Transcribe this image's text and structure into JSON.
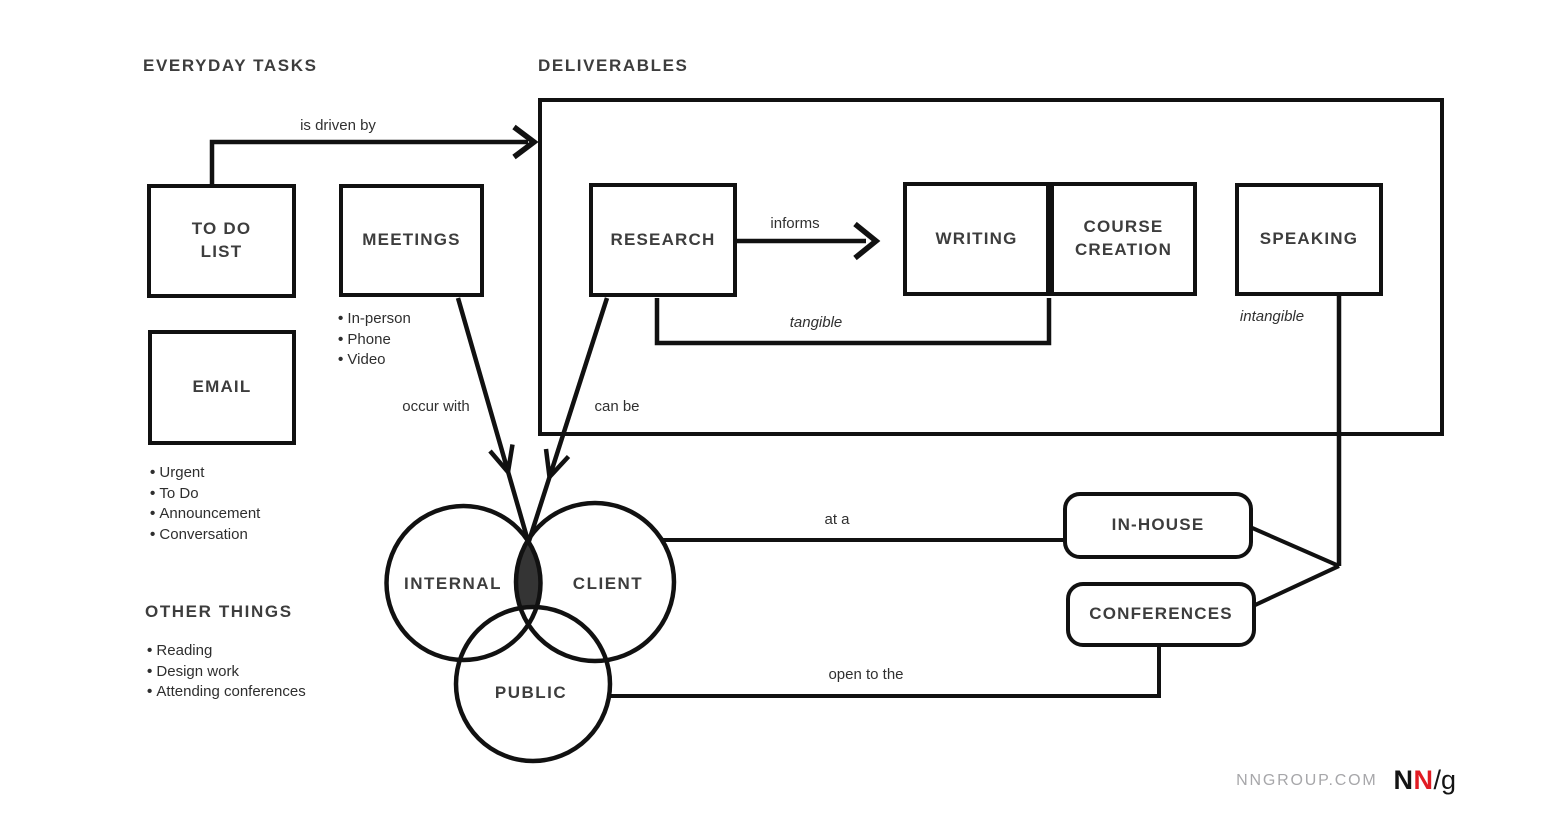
{
  "headings": {
    "everyday_tasks": "EVERYDAY TASKS",
    "deliverables": "DELIVERABLES",
    "other_things": "OTHER THINGS"
  },
  "boxes": {
    "todo_list": "TO DO\nLIST",
    "meetings": "MEETINGS",
    "email": "EMAIL",
    "research": "RESEARCH",
    "writing": "WRITING",
    "course_creation": "COURSE\nCREATION",
    "speaking": "SPEAKING"
  },
  "venue_boxes": {
    "in_house": "IN-HOUSE",
    "conferences": "CONFERENCES"
  },
  "edges": {
    "is_driven_by": "is driven by",
    "informs": "informs",
    "occur_with": "occur with",
    "can_be": "can be",
    "tangible": "tangible",
    "intangible": "intangible",
    "at_a": "at a",
    "open_to_the": "open to the"
  },
  "venn": {
    "internal": "INTERNAL",
    "client": "CLIENT",
    "public": "PUBLIC"
  },
  "lists": {
    "meetings": [
      "In-person",
      "Phone",
      "Video"
    ],
    "email": [
      "Urgent",
      "To Do",
      "Announcement",
      "Conversation"
    ],
    "other": [
      "Reading",
      "Design work",
      "Attending conferences"
    ]
  },
  "footer": {
    "site": "NNGROUP.COM",
    "logo_n1": "N",
    "logo_n2": "N",
    "logo_slash": "/",
    "logo_g": "g"
  },
  "colors": {
    "line": "#111111",
    "text_dark": "#3d3d3d",
    "annotation": "#303030",
    "lens_fill": "#343434",
    "logo_red": "#e11b23",
    "footer_gray": "#a7a7aa"
  }
}
